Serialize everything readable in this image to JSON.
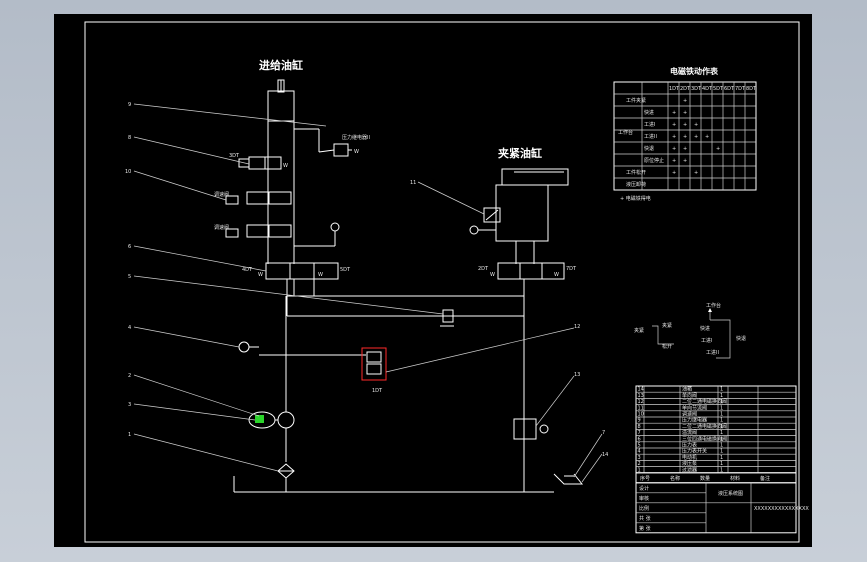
{
  "titles": {
    "feed_cylinder": "进给油缸",
    "clamp_cylinder": "夹紧油缸",
    "table_title": "电磁铁动作表"
  },
  "callouts": [
    "9",
    "8",
    "10",
    "6",
    "5",
    "4",
    "2",
    "3",
    "1",
    "11",
    "12",
    "13",
    "7",
    "14"
  ],
  "valve_labels": {
    "pressure_relay": "压力继电器II",
    "solenoid_3": "3DT",
    "solenoid_4": "4DT",
    "solenoid_5": "5DT",
    "solenoid_2": "2DT",
    "solenoid_7": "7DT",
    "solenoid_1": "1DT",
    "w1": "W",
    "w2": "W",
    "w3": "W",
    "w4": "W",
    "w5": "W",
    "w6": "W"
  },
  "action_table": {
    "columns": [
      "",
      "",
      "1DT",
      "2DT",
      "3DT",
      "4DT",
      "5DT",
      "6DT",
      "7DT",
      "8DT"
    ],
    "group_label": "工作台",
    "rows": [
      {
        "main": "工件夹紧",
        "sub": "",
        "marks": [
          "",
          "+",
          "",
          "",
          "",
          "",
          "",
          ""
        ]
      },
      {
        "main": "",
        "sub": "快进",
        "marks": [
          "+",
          "+",
          "",
          "",
          "",
          "",
          "",
          ""
        ]
      },
      {
        "main": "",
        "sub": "工进I",
        "marks": [
          "+",
          "+",
          "+",
          "",
          "",
          "",
          "",
          ""
        ]
      },
      {
        "main": "",
        "sub": "工进II",
        "marks": [
          "+",
          "+",
          "+",
          "+",
          "",
          "",
          "",
          ""
        ]
      },
      {
        "main": "",
        "sub": "快退",
        "marks": [
          "+",
          "+",
          "",
          "",
          "+",
          "",
          "",
          ""
        ]
      },
      {
        "main": "",
        "sub": "原位停止",
        "marks": [
          "+",
          "+",
          "",
          "",
          "",
          "",
          "",
          ""
        ]
      },
      {
        "main": "工件松开",
        "sub": "",
        "marks": [
          "+",
          "",
          "+",
          "",
          "",
          "",
          "",
          ""
        ]
      },
      {
        "main": "液压卸荷",
        "sub": "",
        "marks": [
          "",
          "",
          "",
          "",
          "",
          "",
          "",
          ""
        ]
      }
    ],
    "note": "+ 电磁铁得电"
  },
  "cycle": {
    "start": "工作台",
    "clamp": "夹紧",
    "fast_forward": "快进",
    "release": "松开",
    "work1": "工进I",
    "work2": "工进II",
    "fast_back": "快退"
  },
  "title_block": {
    "parts": [
      {
        "no": "14",
        "name": "油箱",
        "qty": "1"
      },
      {
        "no": "13",
        "name": "单向阀",
        "qty": "1"
      },
      {
        "no": "12",
        "name": "二位二通电磁换向阀",
        "qty": "1"
      },
      {
        "no": "11",
        "name": "单向节流阀",
        "qty": "1"
      },
      {
        "no": "10",
        "name": "调速阀",
        "qty": "1"
      },
      {
        "no": "9",
        "name": "压力继电器",
        "qty": "1"
      },
      {
        "no": "8",
        "name": "二位二通电磁换向阀",
        "qty": "1"
      },
      {
        "no": "7",
        "name": "溢流阀",
        "qty": "1"
      },
      {
        "no": "6",
        "name": "三位四通电磁换向阀",
        "qty": "1"
      },
      {
        "no": "5",
        "name": "压力表",
        "qty": "1"
      },
      {
        "no": "4",
        "name": "压力表开关",
        "qty": "1"
      },
      {
        "no": "3",
        "name": "电动机",
        "qty": "1"
      },
      {
        "no": "2",
        "name": "液压泵",
        "qty": "1"
      },
      {
        "no": "1",
        "name": "过滤器",
        "qty": "1"
      }
    ],
    "header": [
      "序号",
      "名称",
      "数量",
      "材料",
      "备注"
    ],
    "drawing_name": "液压系统图",
    "school": "XXXXXXXXXXXXXXXX",
    "misc": [
      "设计",
      "审核",
      "比例",
      "共 张",
      "第 张"
    ]
  },
  "colors": {
    "background": "#000000",
    "lines": "#ffffff",
    "highlight": "#ff2a2a",
    "pump": "#2bd42b",
    "frame": "#b9c1cc"
  }
}
